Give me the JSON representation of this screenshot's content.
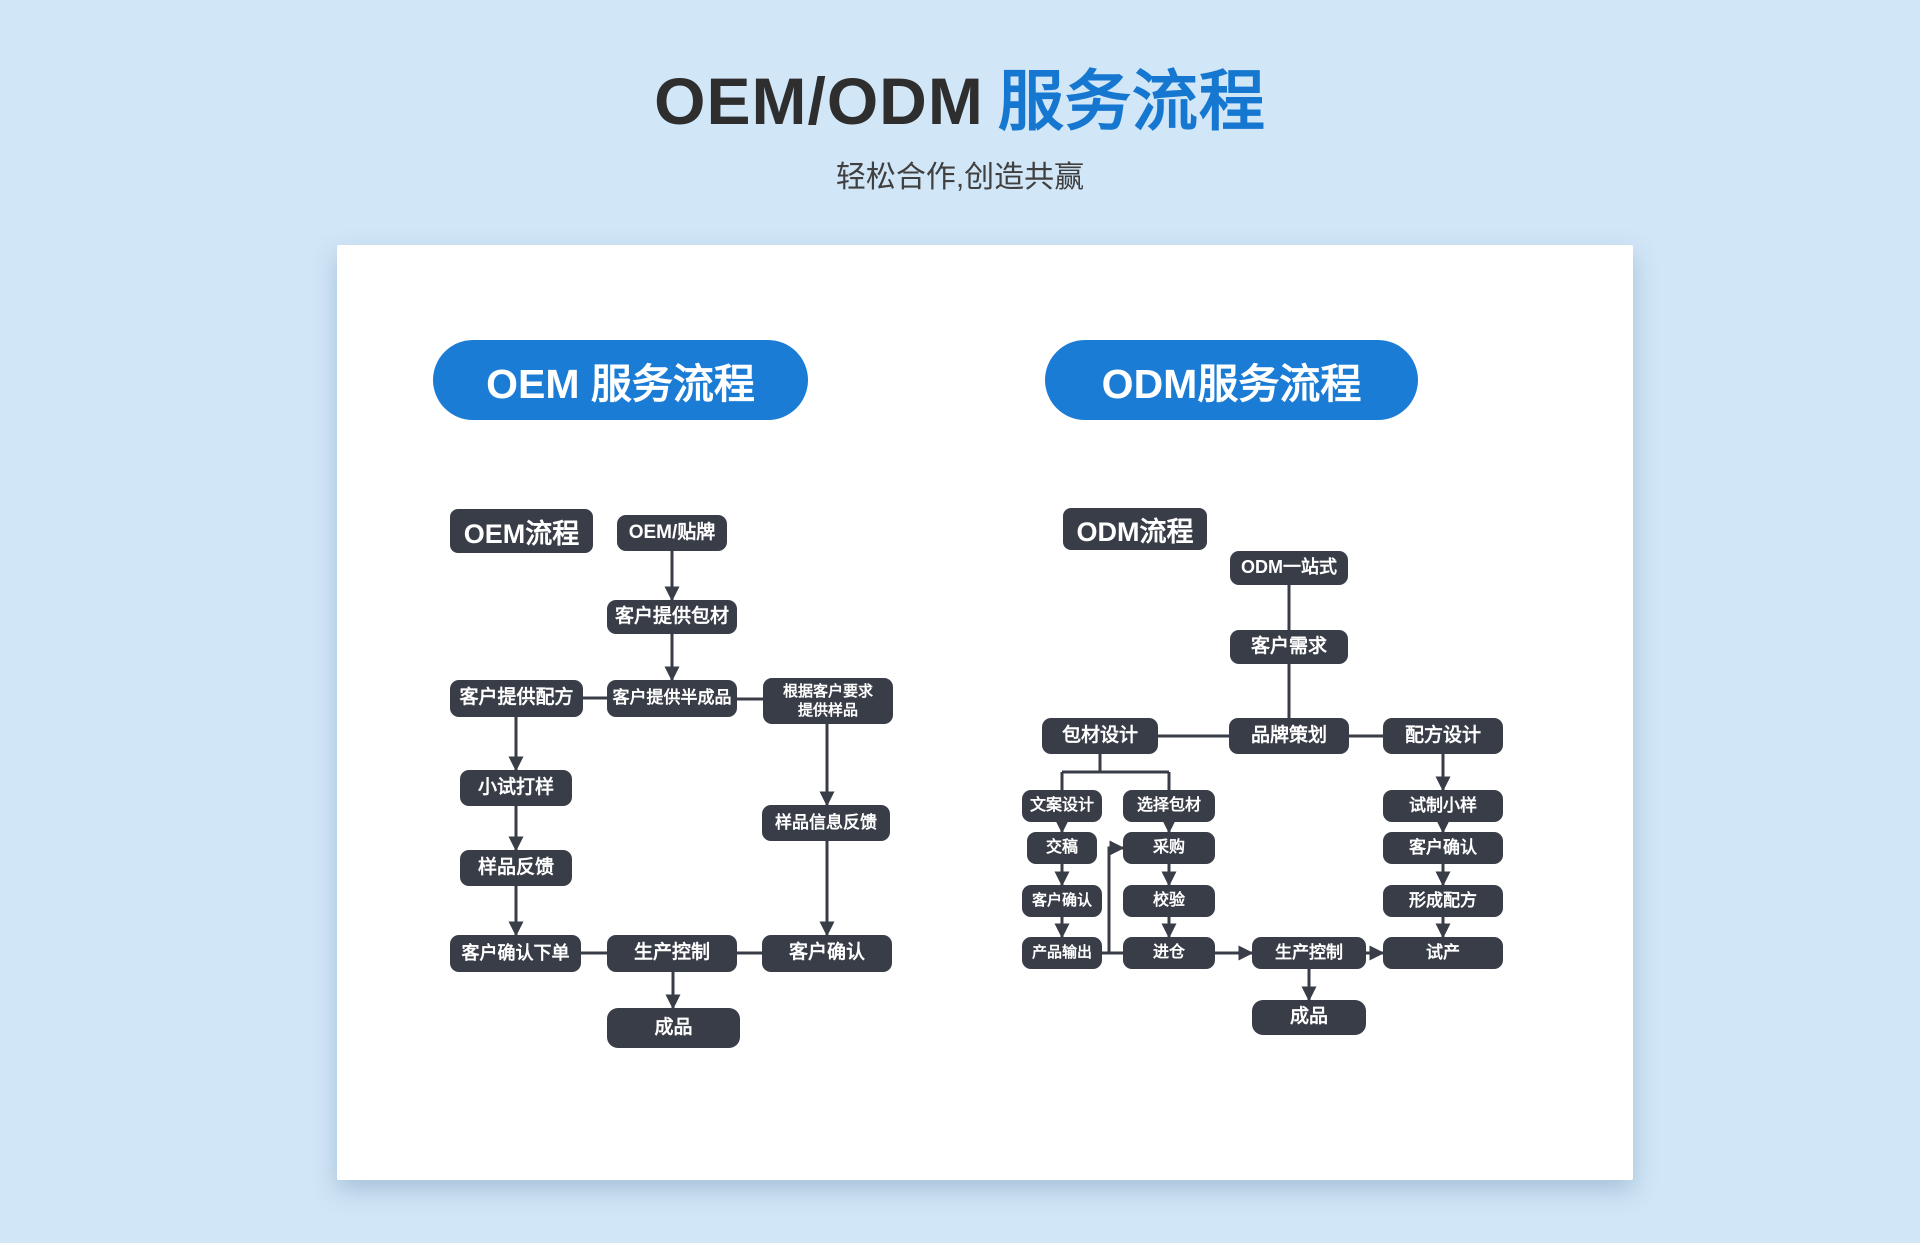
{
  "header": {
    "title_latin": "OEM/ODM",
    "title_cn": "服务流程",
    "subtitle": "轻松合作,创造共赢"
  },
  "colors": {
    "background": "#d1e6f7",
    "card": "#ffffff",
    "accent_blue": "#1b7cd5",
    "title_blue": "#1577d0",
    "node_dark": "#383d47"
  },
  "oem": {
    "header": "OEM 服务流程",
    "label": "OEM流程",
    "nodes": {
      "start": "OEM/贴牌",
      "customer_packaging": "客户提供包材",
      "customer_formula": "客户提供配方",
      "customer_semi_finished": "客户提供半成品",
      "sample_on_request": "根据客户要求\n提供样品",
      "trial_sampling": "小试打样",
      "sample_feedback": "样品反馈",
      "sample_info_feedback": "样品信息反馈",
      "customer_confirm_order": "客户确认下单",
      "production_control": "生产控制",
      "customer_confirm": "客户确认",
      "finished_product": "成品"
    }
  },
  "odm": {
    "header": "ODM服务流程",
    "label": "ODM流程",
    "nodes": {
      "one_stop": "ODM一站式",
      "customer_needs": "客户需求",
      "brand_planning": "品牌策划",
      "packaging_design": "包材设计",
      "formula_design": "配方设计",
      "copy_design": "文案设计",
      "select_packaging": "选择包材",
      "submit_draft": "交稿",
      "purchasing": "采购",
      "customer_confirm_left": "客户确认",
      "inspection": "校验",
      "product_output": "产品输出",
      "warehousing": "进仓",
      "production_control": "生产控制",
      "trial_production": "试产",
      "trial_small_sample": "试制小样",
      "form_formula": "形成配方",
      "finished_product": "成品"
    }
  }
}
